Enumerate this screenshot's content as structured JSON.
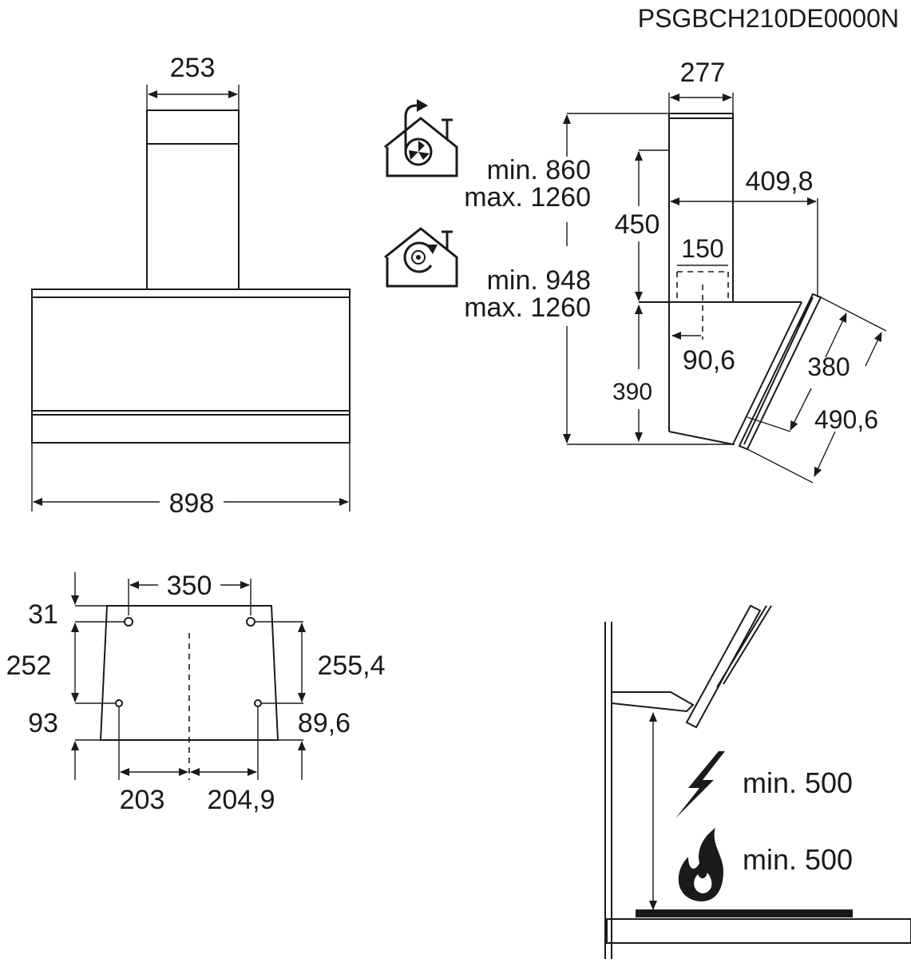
{
  "header": {
    "model_code": "PSGBCH210DE0000N"
  },
  "front_view": {
    "chimney_width": "253",
    "overall_width": "898"
  },
  "side_view": {
    "chimney_depth": "277",
    "extraction_min": "min. 860",
    "extraction_max": "max. 1260",
    "recirculation_min": "min. 948",
    "recirculation_max": "max. 1260",
    "chimney_height": "450",
    "total_depth": "409,8",
    "outlet_width": "150",
    "outlet_offset": "90,6",
    "body_height": "390",
    "panel_inner": "380",
    "panel_outer": "490,6",
    "icons": [
      "extraction-mode-icon",
      "recirculation-mode-icon"
    ]
  },
  "bracket_view": {
    "hole_spacing": "350",
    "top_offset": "31",
    "left_height": "252",
    "right_height": "255,4",
    "bottom_left": "93",
    "bottom_right": "89,6",
    "left_half": "203",
    "right_half": "204,9"
  },
  "install_view": {
    "electric_min": "min. 500",
    "gas_min": "min. 500",
    "icons": [
      "electric-hob-icon",
      "gas-hob-icon"
    ]
  }
}
